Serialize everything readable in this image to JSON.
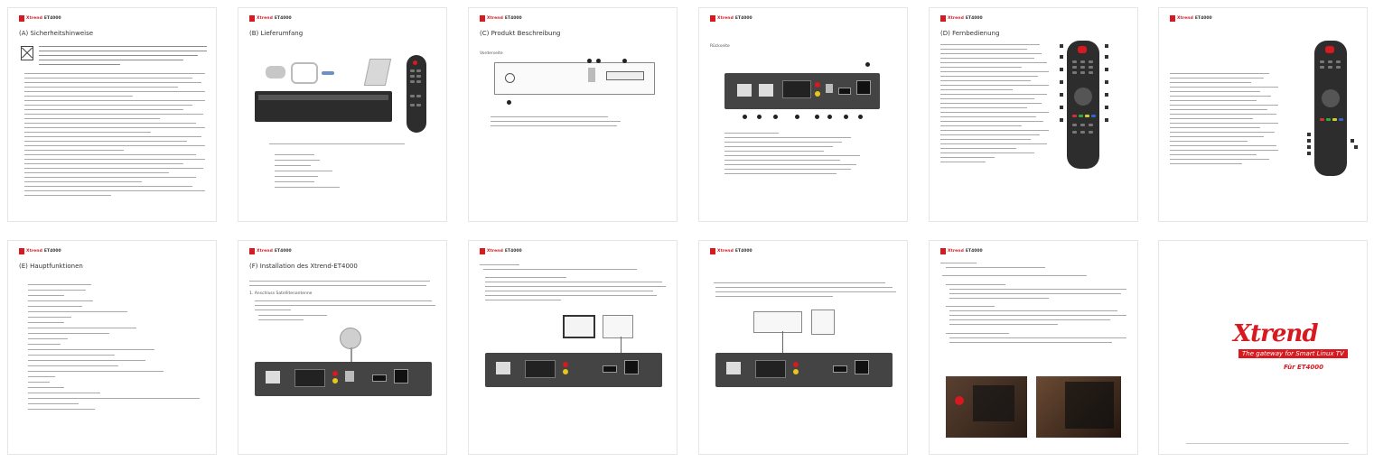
{
  "brand": {
    "prefix": "Xtrend",
    "model": "ET4000"
  },
  "page_titles": [
    "(A) Sicherheitshinweise",
    "(B) Lieferumfang",
    "(C) Produkt Beschreibung",
    "(D) Fernbedienung",
    "",
    "(E) Hauptfunktionen",
    "(F) Installation des Xtrend-ET4000",
    "",
    "",
    "",
    ""
  ],
  "sub_headings": {
    "front": "Vorderseite",
    "back": "Rückseite",
    "install_sub": "1. Anschluss Satellitenantenne"
  },
  "cover": {
    "logo": "Xtrend",
    "tagline": "The gateway for Smart Linux TV",
    "for_model": "Für ET4000"
  },
  "colors": {
    "accent": "#d71920",
    "text": "#333333",
    "line": "#a9a9a9"
  }
}
